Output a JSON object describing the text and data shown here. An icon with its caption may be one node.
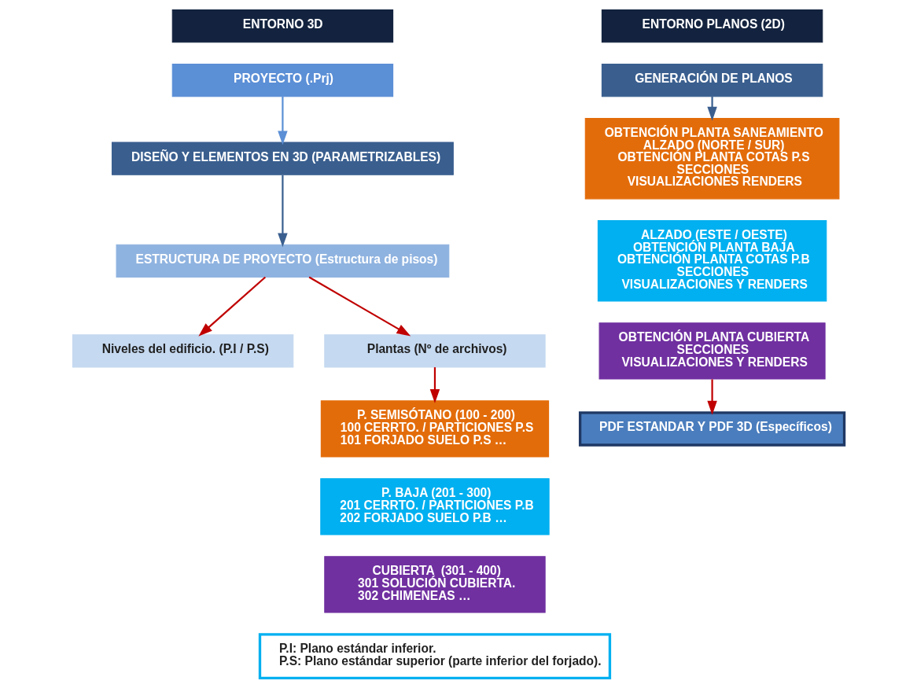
{
  "diagram": {
    "nodes": [
      {
        "text": [
          "ENTORNO 3D"
        ]
      },
      {
        "text": [
          "PROYECTO (.Prj)"
        ]
      },
      {
        "text": [
          "DISEÑO Y ELEMENTOS EN 3D (PARAMETRIZABLES)"
        ]
      },
      {
        "text": [
          "ESTRUCTURA DE PROYECTO (Estructura de pisos)"
        ]
      },
      {
        "text": [
          "Niveles del edificio. (P.I / P.S)"
        ]
      },
      {
        "text": [
          "Plantas (Nº de archivos)"
        ]
      },
      {
        "text": [
          "P. SEMISÓTANO (100 - 200)",
          "100 CERRTO. / PARTICIONES P.S",
          "101 FORJADO SUELO P.S …"
        ]
      },
      {
        "text": [
          "P. BAJA (201 - 300)",
          "201 CERRTO. / PARTICIONES P.B",
          "202 FORJADO SUELO P.B …"
        ]
      },
      {
        "text": [
          "CUBIERTA  (301 - 400)",
          "301 SOLUCIÓN CUBIERTA.",
          "302 CHIMENEAS …"
        ]
      },
      {
        "text": [
          "P.I: Plano estándar inferior.",
          "P.S: Plano estándar superior (parte inferior del forjado)."
        ]
      },
      {
        "text": [
          "ENTORNO PLANOS (2D)"
        ]
      },
      {
        "text": [
          "GENERACIÓN DE PLANOS"
        ]
      },
      {
        "text": [
          "OBTENCIÓN PLANTA SANEAMIENTO",
          "ALZADO (NORTE / SUR)",
          "OBTENCIÓN PLANTA COTAS P.S",
          "SECCIONES",
          "VISUALIZACIONES RENDERS"
        ]
      },
      {
        "text": [
          "ALZADO (ESTE / OESTE)",
          "OBTENCIÓN PLANTA BAJA",
          "OBTENCIÓN PLANTA COTAS P.B",
          "SECCIONES",
          "VISUALIZACIONES Y RENDERS"
        ]
      },
      {
        "text": [
          "OBTENCIÓN PLANTA CUBIERTA",
          "SECCIONES",
          "VISUALIZACIONES Y RENDERS"
        ]
      },
      {
        "text": [
          "PDF ESTANDAR Y PDF 3D (Específicos)"
        ]
      }
    ],
    "edges": [
      {
        "from": 1,
        "to": 2,
        "arrow": "to",
        "color": "#5b8fd6"
      },
      {
        "from": 2,
        "to": 3,
        "arrow": "to",
        "color": "#3a5f8f"
      },
      {
        "from": 3,
        "to": 4,
        "arrow": "to"
      },
      {
        "from": 3,
        "to": 5,
        "arrow": "to"
      },
      {
        "from": 5,
        "to": 6,
        "arrow": "to"
      },
      {
        "from": 11,
        "to": 12,
        "arrow": "to",
        "color": "#3a5f8f"
      },
      {
        "from": 14,
        "to": 15,
        "arrow": "to"
      }
    ]
  }
}
